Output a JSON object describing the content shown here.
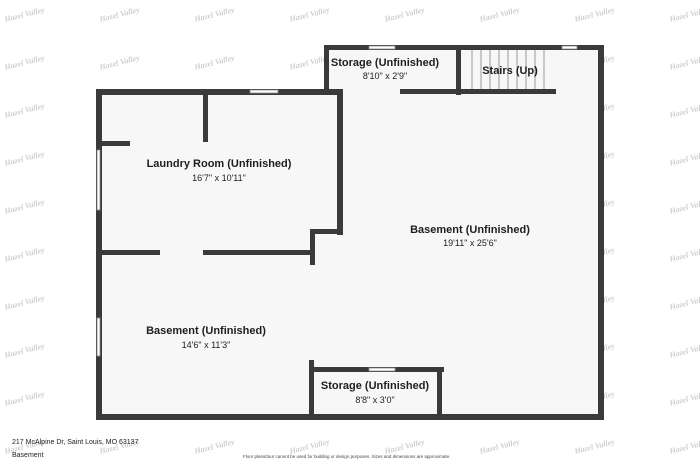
{
  "watermark_text": "Hazel Valley",
  "rooms": [
    {
      "name": "Storage (Unfinished)",
      "dims": "8'10\" x 2'9\""
    },
    {
      "name": "Stairs (Up)",
      "dims": ""
    },
    {
      "name": "Laundry Room (Unfinished)",
      "dims": "16'7\" x 10'11\""
    },
    {
      "name": "Basement (Unfinished)",
      "dims": "19'11\" x 25'6\""
    },
    {
      "name": "Basement (Unfinished)",
      "dims": "14'6\" x 11'3\""
    },
    {
      "name": "Storage (Unfinished)",
      "dims": "8'8\" x 3'0\""
    }
  ],
  "footer": {
    "address": "217 McAlpine Dr, Saint Louis, MO 63137",
    "floor": "Basement",
    "disclaimer": "Floor plans/tour cannot be used for building or design purposes. Sizes and dimensions are approximate."
  },
  "colors": {
    "wall": "#3a3a3a",
    "floor": "#f7f7f7",
    "window": "#ffffff"
  }
}
